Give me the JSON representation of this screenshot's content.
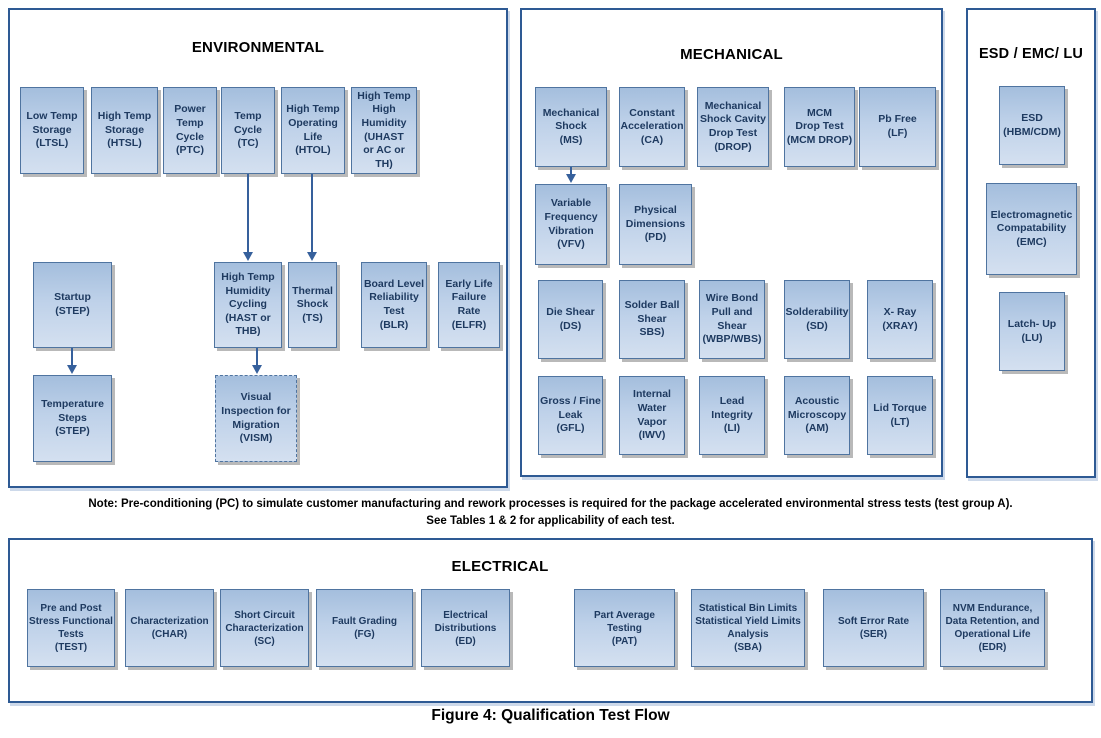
{
  "figure": {
    "caption": "Figure 4:  Qualification Test Flow",
    "note_line1": "Note:  Pre-conditioning (PC) to simulate customer manufacturing and rework processes is required for the package accelerated environmental stress tests (test group A).",
    "note_line2": "See Tables 1 & 2 for applicability of each test."
  },
  "colors": {
    "panel_border": "#2e5a94",
    "box_border": "#4f74a0",
    "box_fill_top": "#a4bedd",
    "box_fill_bottom": "#d4e0f0",
    "box_text": "#1e3a60",
    "arrow": "#36609c"
  },
  "environmental": {
    "title": "ENVIRONMENTAL",
    "boxes": {
      "ltsl": "Low Temp\nStorage\n(LTSL)",
      "htsl": "High Temp\nStorage\n(HTSL)",
      "ptc": "Power\nTemp\nCycle\n(PTC)",
      "tc": "Temp\nCycle\n(TC)",
      "htol": "High Temp\nOperating\nLife\n(HTOL)",
      "uhast": "High Temp\nHigh\nHumidity\n(UHAST\nor AC or TH)",
      "startup": "Startup\n(STEP)",
      "hthc": "High Temp\nHumidity\nCycling\n(HAST or\nTHB)",
      "ts": "Thermal\nShock\n(TS)",
      "blr": "Board Level\nReliability\nTest\n(BLR)",
      "elfr": "Early Life\nFailure\nRate\n(ELFR)",
      "tsteps": "Temperature\nSteps\n(STEP)",
      "vism": "Visual\nInspection for\nMigration\n(VISM)"
    }
  },
  "mechanical": {
    "title": "MECHANICAL",
    "boxes": {
      "ms": "Mechanical\nShock\n(MS)",
      "ca": "Constant\nAcceleration\n(CA)",
      "drop": "Mechanical\nShock Cavity\nDrop Test\n(DROP)",
      "mcmdrop": "MCM\nDrop Test\n(MCM DROP)",
      "lf": "Pb Free\n(LF)",
      "vfv": "Variable\nFrequency\nVibration\n(VFV)",
      "pd": "Physical\nDimensions\n(PD)",
      "ds": "Die Shear\n(DS)",
      "sbs": "Solder Ball\nShear\nSBS)",
      "wbp": "Wire Bond\nPull and\nShear\n(WBP/WBS)",
      "sd": "Solderability\n(SD)",
      "xray": "X- Ray\n(XRAY)",
      "gfl": "Gross / Fine\nLeak\n(GFL)",
      "iwv": "Internal\nWater\nVapor\n(IWV)",
      "li": "Lead\nIntegrity\n(LI)",
      "am": "Acoustic\nMicroscopy\n(AM)",
      "lt": "Lid Torque\n(LT)"
    }
  },
  "esd": {
    "title": "ESD / EMC/ LU",
    "boxes": {
      "esd": "ESD\n(HBM/CDM)",
      "emc": "Electromagnetic\nCompatability\n(EMC)",
      "lu": "Latch- Up\n(LU)"
    }
  },
  "electrical": {
    "title": "ELECTRICAL",
    "boxes": {
      "test": "Pre and Post\nStress Functional\nTests\n(TEST)",
      "char": "Characterization\n(CHAR)",
      "sc": "Short Circuit\nCharacterization\n(SC)",
      "fg": "Fault Grading\n(FG)",
      "ed": "Electrical\nDistributions\n(ED)",
      "pat": "Part Average Testing\n(PAT)",
      "sba": "Statistical Bin Limits\nStatistical Yield Limits\nAnalysis\n(SBA)",
      "ser": "Soft Error Rate\n(SER)",
      "edr": "NVM Endurance,\nData Retention, and\nOperational Life\n(EDR)"
    }
  }
}
